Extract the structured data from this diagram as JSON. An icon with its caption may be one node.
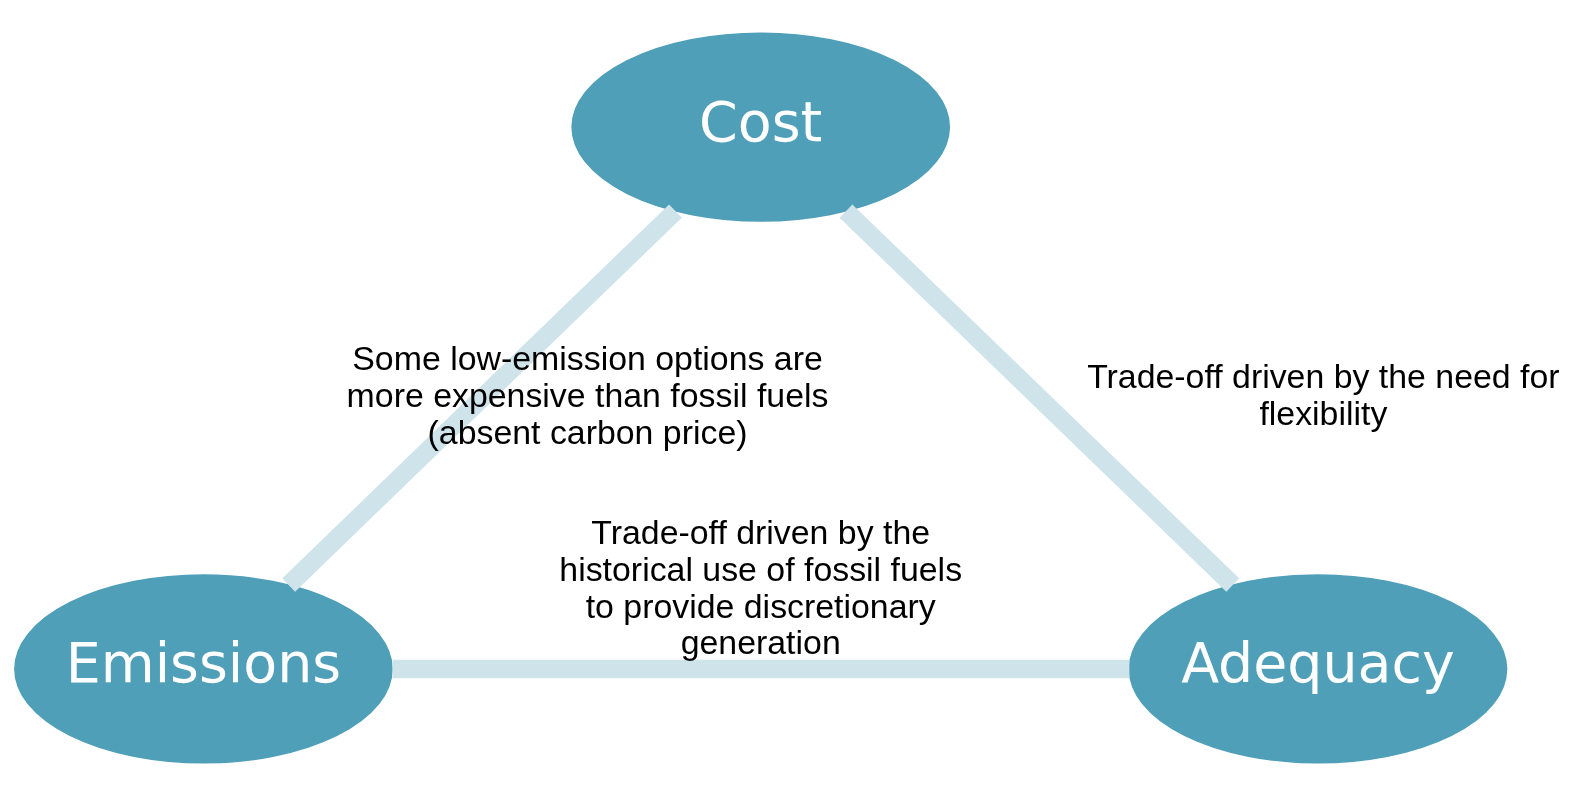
{
  "diagram": {
    "nodes": [
      {
        "text": [
          "Cost"
        ]
      },
      {
        "text": [
          "Emissions"
        ]
      },
      {
        "text": [
          "Adequacy"
        ]
      }
    ],
    "edges": [
      {
        "from": 0,
        "to": 1,
        "arrow": "none",
        "label": "Some low-emission options are more expensive than fossil fuels (absent carbon price)"
      },
      {
        "from": 0,
        "to": 2,
        "arrow": "none",
        "label": "Trade-off driven by the need for flexibility"
      },
      {
        "from": 1,
        "to": 2,
        "arrow": "none",
        "label": "Trade-off driven by the historical use of fossil fuels to provide discretionary generation"
      }
    ]
  }
}
